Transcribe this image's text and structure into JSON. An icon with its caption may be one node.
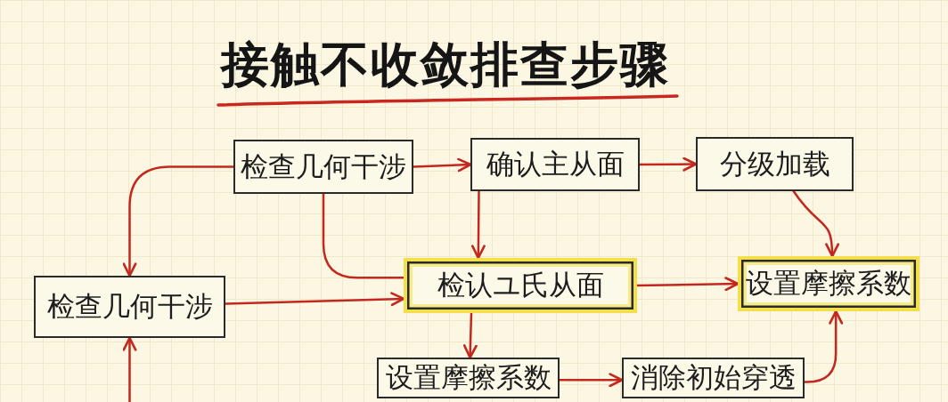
{
  "diagram": {
    "title": "接触不收敛排查步骤",
    "nodes": [
      {
        "text": [
          "检查几何干涉"
        ]
      },
      {
        "text": [
          "确认主从面"
        ]
      },
      {
        "text": [
          "分级加载"
        ]
      },
      {
        "text": [
          "检查几何干涉"
        ]
      },
      {
        "text": [
          "检认ユ氏从面"
        ]
      },
      {
        "text": [
          "设置摩擦系数"
        ]
      },
      {
        "text": [
          "设置摩擦系数"
        ]
      },
      {
        "text": [
          "消除初始穿透"
        ]
      }
    ],
    "edges": [
      {
        "from": 0,
        "to": 1,
        "arrow": "to"
      },
      {
        "from": 1,
        "to": 2,
        "arrow": "to"
      },
      {
        "from": 0,
        "to": 3,
        "arrow": "to"
      },
      {
        "from": 0,
        "to": 4,
        "arrow": "none"
      },
      {
        "from": 1,
        "to": 4,
        "arrow": "to"
      },
      {
        "from": 2,
        "to": 5,
        "arrow": "to"
      },
      {
        "from": 3,
        "to": 4,
        "arrow": "to"
      },
      {
        "from": 4,
        "to": 5,
        "arrow": "to"
      },
      {
        "from": 4,
        "to": 6,
        "arrow": "to"
      },
      {
        "from": 6,
        "to": 7,
        "arrow": "to"
      },
      {
        "from": 7,
        "to": 5,
        "arrow": "to"
      },
      {
        "from": null,
        "to": 3,
        "arrow": "to"
      }
    ]
  }
}
